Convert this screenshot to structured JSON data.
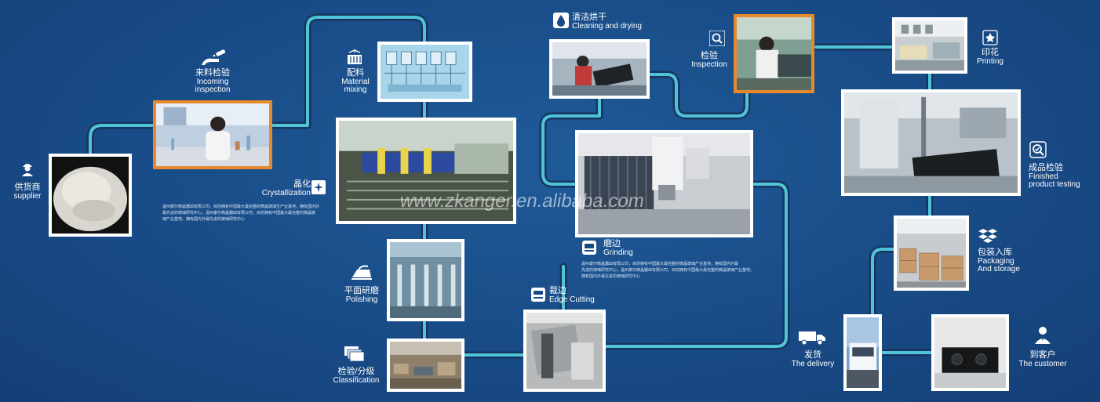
{
  "colors": {
    "background": "#184a85",
    "path_outer": "#1a3560",
    "path_inner": "#4fc3d8",
    "photo_border": "#ffffff",
    "highlight_border": "#e8892b"
  },
  "watermark": "www.zkanger.en.alibaba.com",
  "steps": {
    "supplier": {
      "zh": "供货商",
      "en": "supplier",
      "icon": "worker-icon"
    },
    "incoming": {
      "zh": "来料检验",
      "en_line1": "Incoming",
      "en_line2": "inspection",
      "icon": "hand-wash-icon"
    },
    "material": {
      "zh": "配料",
      "en_line1": "Material",
      "en_line2": "mixing",
      "icon": "container-icon"
    },
    "crystallization": {
      "zh": "晶化",
      "en": "Crystallization",
      "icon": "sparkle-box-icon"
    },
    "polishing": {
      "zh": "平面研磨",
      "en": "Polishing",
      "icon": "iron-icon"
    },
    "classification": {
      "zh": "检验/分级",
      "en": "Classification",
      "icon": "layers-icon"
    },
    "cleaning": {
      "zh": "清洁烘干",
      "en": "Cleaning and drying",
      "icon": "droplet-icon"
    },
    "inspection": {
      "zh": "检验",
      "en": "Inspection",
      "icon": "magnifier-icon"
    },
    "grinding": {
      "zh": "磨边",
      "en": "Grinding",
      "icon": "grinder-icon"
    },
    "edge_cutting": {
      "zh": "裁边",
      "en": "Edge Cutting",
      "icon": "cutter-icon"
    },
    "printing": {
      "zh": "印花",
      "en": "Printing",
      "icon": "print-icon"
    },
    "finished": {
      "zh": "成品检验",
      "en_line1": "Finished",
      "en_line2": "product testing",
      "icon": "search-check-icon"
    },
    "packaging": {
      "zh": "包装入库",
      "en_line1": "Packaging",
      "en_line2": "And storage",
      "icon": "boxes-icon"
    },
    "delivery": {
      "zh": "发货",
      "en": "The delivery",
      "icon": "truck-icon"
    },
    "customer": {
      "zh": "到客户",
      "en": "The customer",
      "icon": "person-icon"
    }
  },
  "descriptions": {
    "crystallization": [
      "温州康尔微晶器皿有限公司，目前拥有中国最大最完整的微晶玻璃生产业基地，拥有国内外",
      "最先进的玻璃研究中心，温州康尔微晶器皿有限公司，目前拥有中国最大最完整的微晶玻",
      "璃产业基地，拥有国内外最先进的玻璃研究中心"
    ],
    "grinding": [
      "温州康尔微晶器皿有限公司，目前拥有中国最大最完整的微晶玻璃产业基地，拥有国内外最",
      "先进的玻璃研究中心，温州康尔微晶器皿有限公司，目前拥有中国最大最完整的微晶玻璃产业基地，",
      "拥有国内外最先进的玻璃研究中心"
    ]
  }
}
